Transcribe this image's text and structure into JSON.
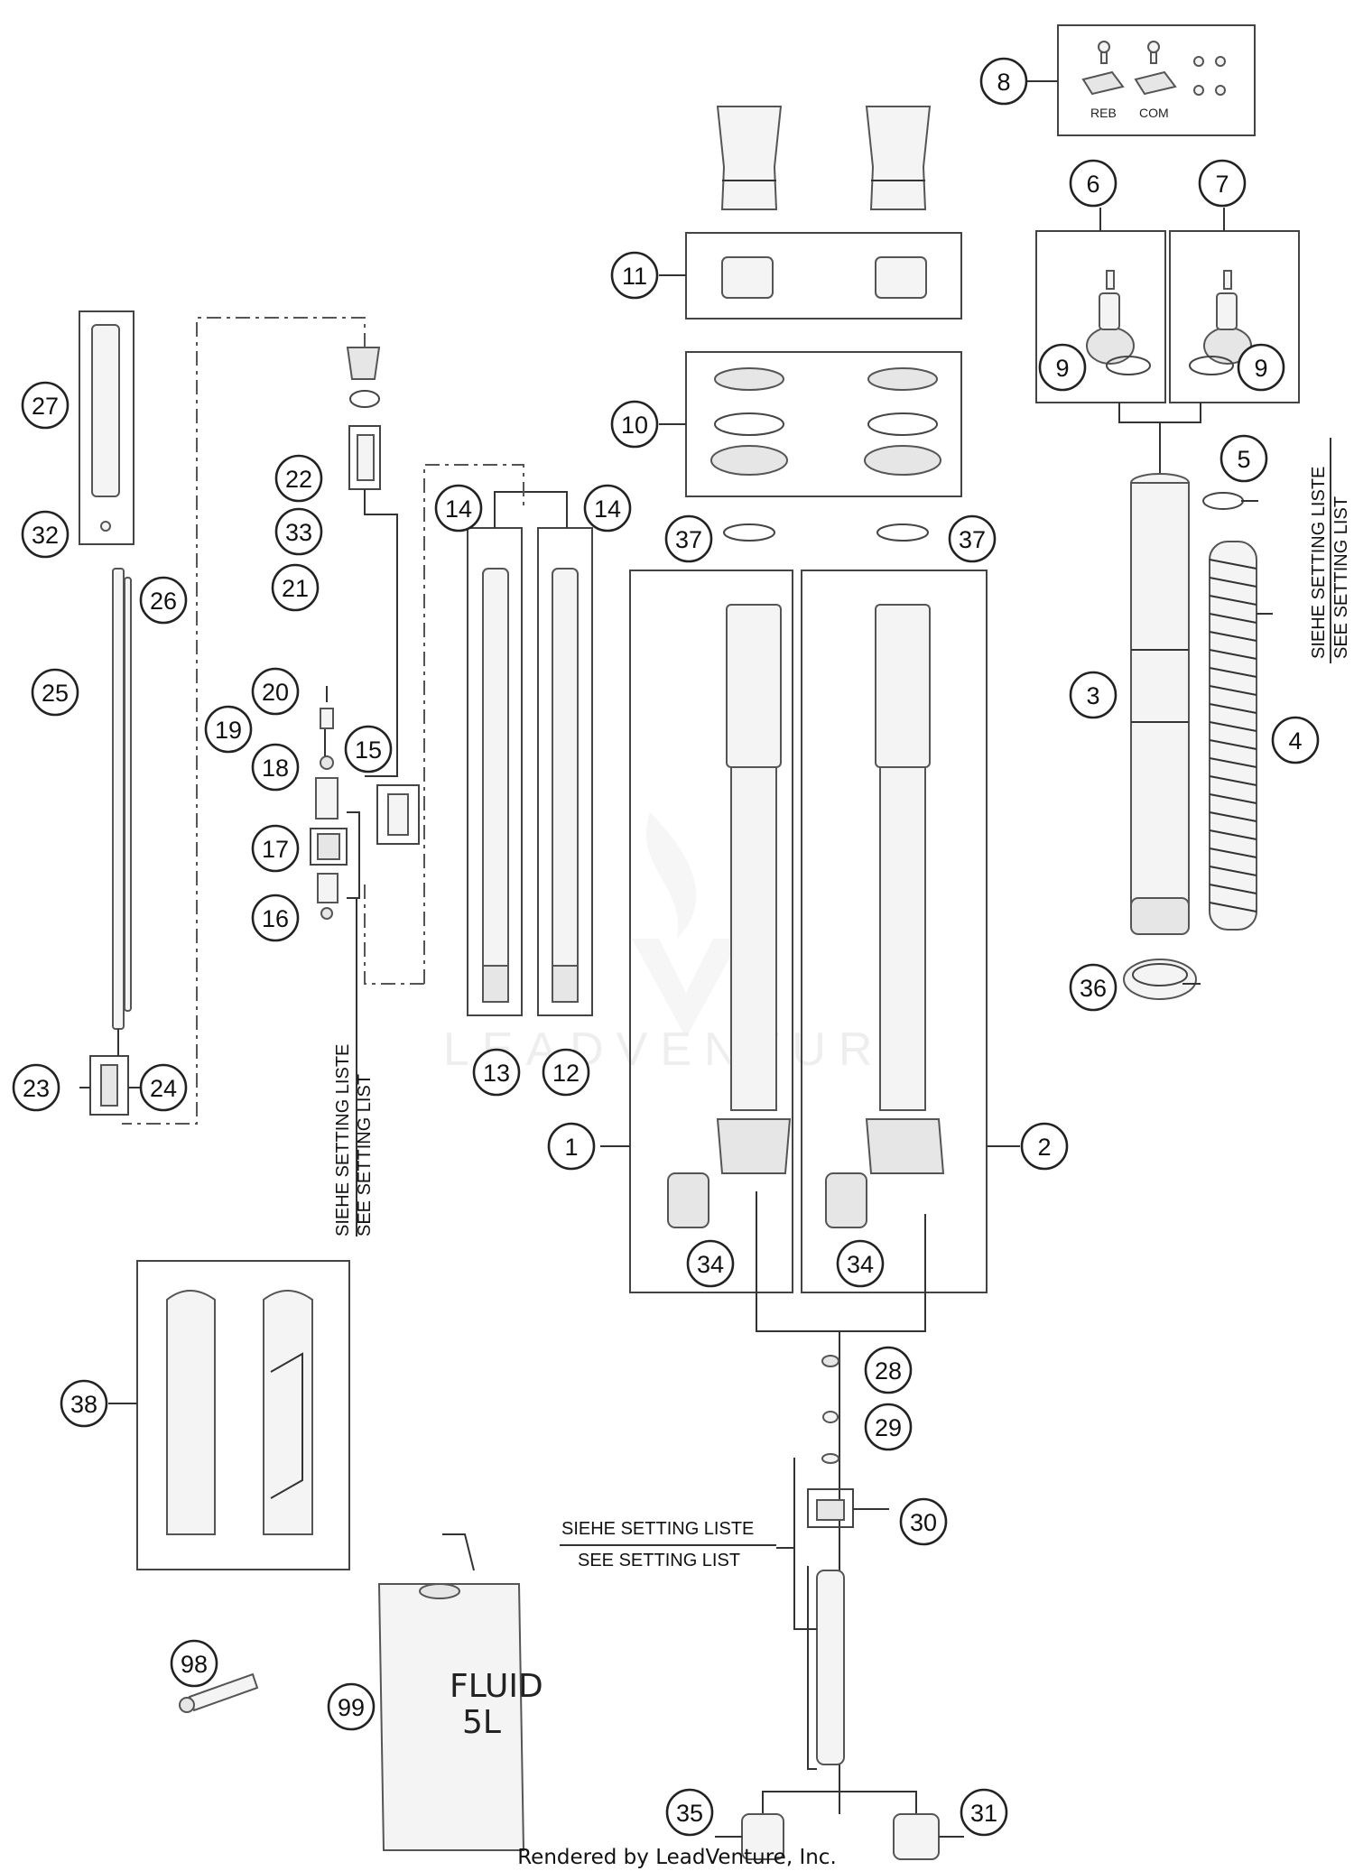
{
  "watermark": "LEADVENTURE",
  "footer": "Rendered by LeadVenture, Inc.",
  "notes": {
    "setting_de": "SIEHE SETTING LISTE",
    "setting_en": "SEE SETTING LIST"
  },
  "adjuster_labels": {
    "reb": "REB",
    "com": "COM"
  },
  "fluid_can": {
    "line1": "FLUID",
    "line2": "5L"
  },
  "callouts": [
    {
      "id": "c1",
      "label": "1"
    },
    {
      "id": "c2",
      "label": "2"
    },
    {
      "id": "c3",
      "label": "3"
    },
    {
      "id": "c4",
      "label": "4"
    },
    {
      "id": "c5",
      "label": "5"
    },
    {
      "id": "c6",
      "label": "6"
    },
    {
      "id": "c7",
      "label": "7"
    },
    {
      "id": "c8",
      "label": "8"
    },
    {
      "id": "c9a",
      "label": "9"
    },
    {
      "id": "c9b",
      "label": "9"
    },
    {
      "id": "c10",
      "label": "10"
    },
    {
      "id": "c11",
      "label": "11"
    },
    {
      "id": "c12",
      "label": "12"
    },
    {
      "id": "c13",
      "label": "13"
    },
    {
      "id": "c14a",
      "label": "14"
    },
    {
      "id": "c14b",
      "label": "14"
    },
    {
      "id": "c15",
      "label": "15"
    },
    {
      "id": "c16",
      "label": "16"
    },
    {
      "id": "c17",
      "label": "17"
    },
    {
      "id": "c18",
      "label": "18"
    },
    {
      "id": "c19",
      "label": "19"
    },
    {
      "id": "c20",
      "label": "20"
    },
    {
      "id": "c21",
      "label": "21"
    },
    {
      "id": "c22",
      "label": "22"
    },
    {
      "id": "c23",
      "label": "23"
    },
    {
      "id": "c24",
      "label": "24"
    },
    {
      "id": "c25",
      "label": "25"
    },
    {
      "id": "c26",
      "label": "26"
    },
    {
      "id": "c27",
      "label": "27"
    },
    {
      "id": "c28",
      "label": "28"
    },
    {
      "id": "c29",
      "label": "29"
    },
    {
      "id": "c30",
      "label": "30"
    },
    {
      "id": "c31",
      "label": "31"
    },
    {
      "id": "c32",
      "label": "32"
    },
    {
      "id": "c33",
      "label": "33"
    },
    {
      "id": "c34a",
      "label": "34"
    },
    {
      "id": "c34b",
      "label": "34"
    },
    {
      "id": "c35",
      "label": "35"
    },
    {
      "id": "c36",
      "label": "36"
    },
    {
      "id": "c37a",
      "label": "37"
    },
    {
      "id": "c37b",
      "label": "37"
    },
    {
      "id": "c38",
      "label": "38"
    },
    {
      "id": "c98",
      "label": "98"
    },
    {
      "id": "c99",
      "label": "99"
    }
  ]
}
